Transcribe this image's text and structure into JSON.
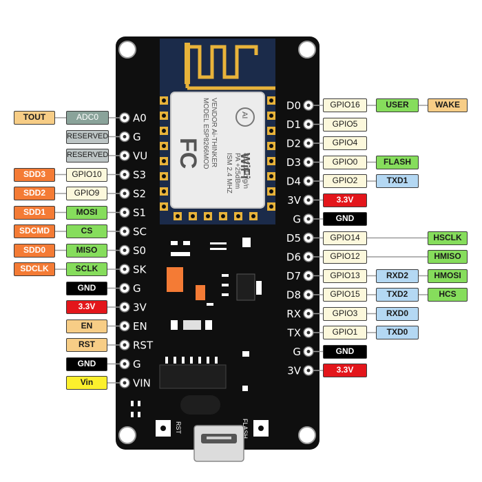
{
  "colors": {
    "pcb": "#0f0f0f",
    "orange": "#f47b35",
    "tan": "#f7cd86",
    "green": "#86dd5c",
    "cream": "#fcf8dc",
    "gray": "#bdc5c5",
    "gray_dark": "#8aa39a",
    "blue": "#b4d8f3",
    "red": "#e3161b",
    "black": "#000000",
    "yellow": "#fcf02d"
  },
  "module": {
    "fcc": "FC",
    "model_line": "MODEL  ESP8266MOD",
    "vendor_line": "VENDOR  Ai-THINKER",
    "ism_line": "ISM  2.4 MHZ",
    "pa_line": "PA  +25dBm",
    "proto_line": "802.11b/g/n",
    "wifi": "WiFi",
    "logo": "AI"
  },
  "buttons": {
    "rst": "RST",
    "flash": "FLASH"
  },
  "left_pins": [
    {
      "pin": "A0",
      "tags": [
        "ADC0",
        "TOUT"
      ]
    },
    {
      "pin": "G",
      "tags": [
        "RESERVED"
      ]
    },
    {
      "pin": "VU",
      "tags": [
        "RESERVED"
      ]
    },
    {
      "pin": "S3",
      "tags": [
        "GPIO10",
        "SDD3"
      ]
    },
    {
      "pin": "S2",
      "tags": [
        "GPIO9",
        "SDD2"
      ]
    },
    {
      "pin": "S1",
      "tags": [
        "MOSI",
        "SDD1"
      ]
    },
    {
      "pin": "SC",
      "tags": [
        "CS",
        "SDCMD"
      ]
    },
    {
      "pin": "S0",
      "tags": [
        "MISO",
        "SDD0"
      ]
    },
    {
      "pin": "SK",
      "tags": [
        "SCLK",
        "SDCLK"
      ]
    },
    {
      "pin": "G",
      "tags": [
        "GND"
      ]
    },
    {
      "pin": "3V",
      "tags": [
        "3.3V"
      ]
    },
    {
      "pin": "EN",
      "tags": [
        "EN"
      ]
    },
    {
      "pin": "RST",
      "tags": [
        "RST"
      ]
    },
    {
      "pin": "G",
      "tags": [
        "GND"
      ]
    },
    {
      "pin": "VIN",
      "tags": [
        "Vin"
      ]
    }
  ],
  "right_pins": [
    {
      "pin": "D0",
      "tags": [
        "GPIO16",
        "USER",
        "WAKE"
      ]
    },
    {
      "pin": "D1",
      "tags": [
        "GPIO5"
      ]
    },
    {
      "pin": "D2",
      "tags": [
        "GPIO4"
      ]
    },
    {
      "pin": "D3",
      "tags": [
        "GPIO0",
        "FLASH"
      ]
    },
    {
      "pin": "D4",
      "tags": [
        "GPIO2",
        "TXD1"
      ]
    },
    {
      "pin": "3V",
      "tags": [
        "3.3V"
      ]
    },
    {
      "pin": "G",
      "tags": [
        "GND"
      ]
    },
    {
      "pin": "D5",
      "tags": [
        "GPIO14",
        "HSCLK"
      ]
    },
    {
      "pin": "D6",
      "tags": [
        "GPIO12",
        "HMISO"
      ]
    },
    {
      "pin": "D7",
      "tags": [
        "GPIO13",
        "RXD2",
        "HMOSI"
      ]
    },
    {
      "pin": "D8",
      "tags": [
        "GPIO15",
        "TXD2",
        "HCS"
      ]
    },
    {
      "pin": "RX",
      "tags": [
        "GPIO3",
        "RXD0"
      ]
    },
    {
      "pin": "TX",
      "tags": [
        "GPIO1",
        "TXD0"
      ]
    },
    {
      "pin": "G",
      "tags": [
        "GND"
      ]
    },
    {
      "pin": "3V",
      "tags": [
        "3.3V"
      ]
    }
  ]
}
